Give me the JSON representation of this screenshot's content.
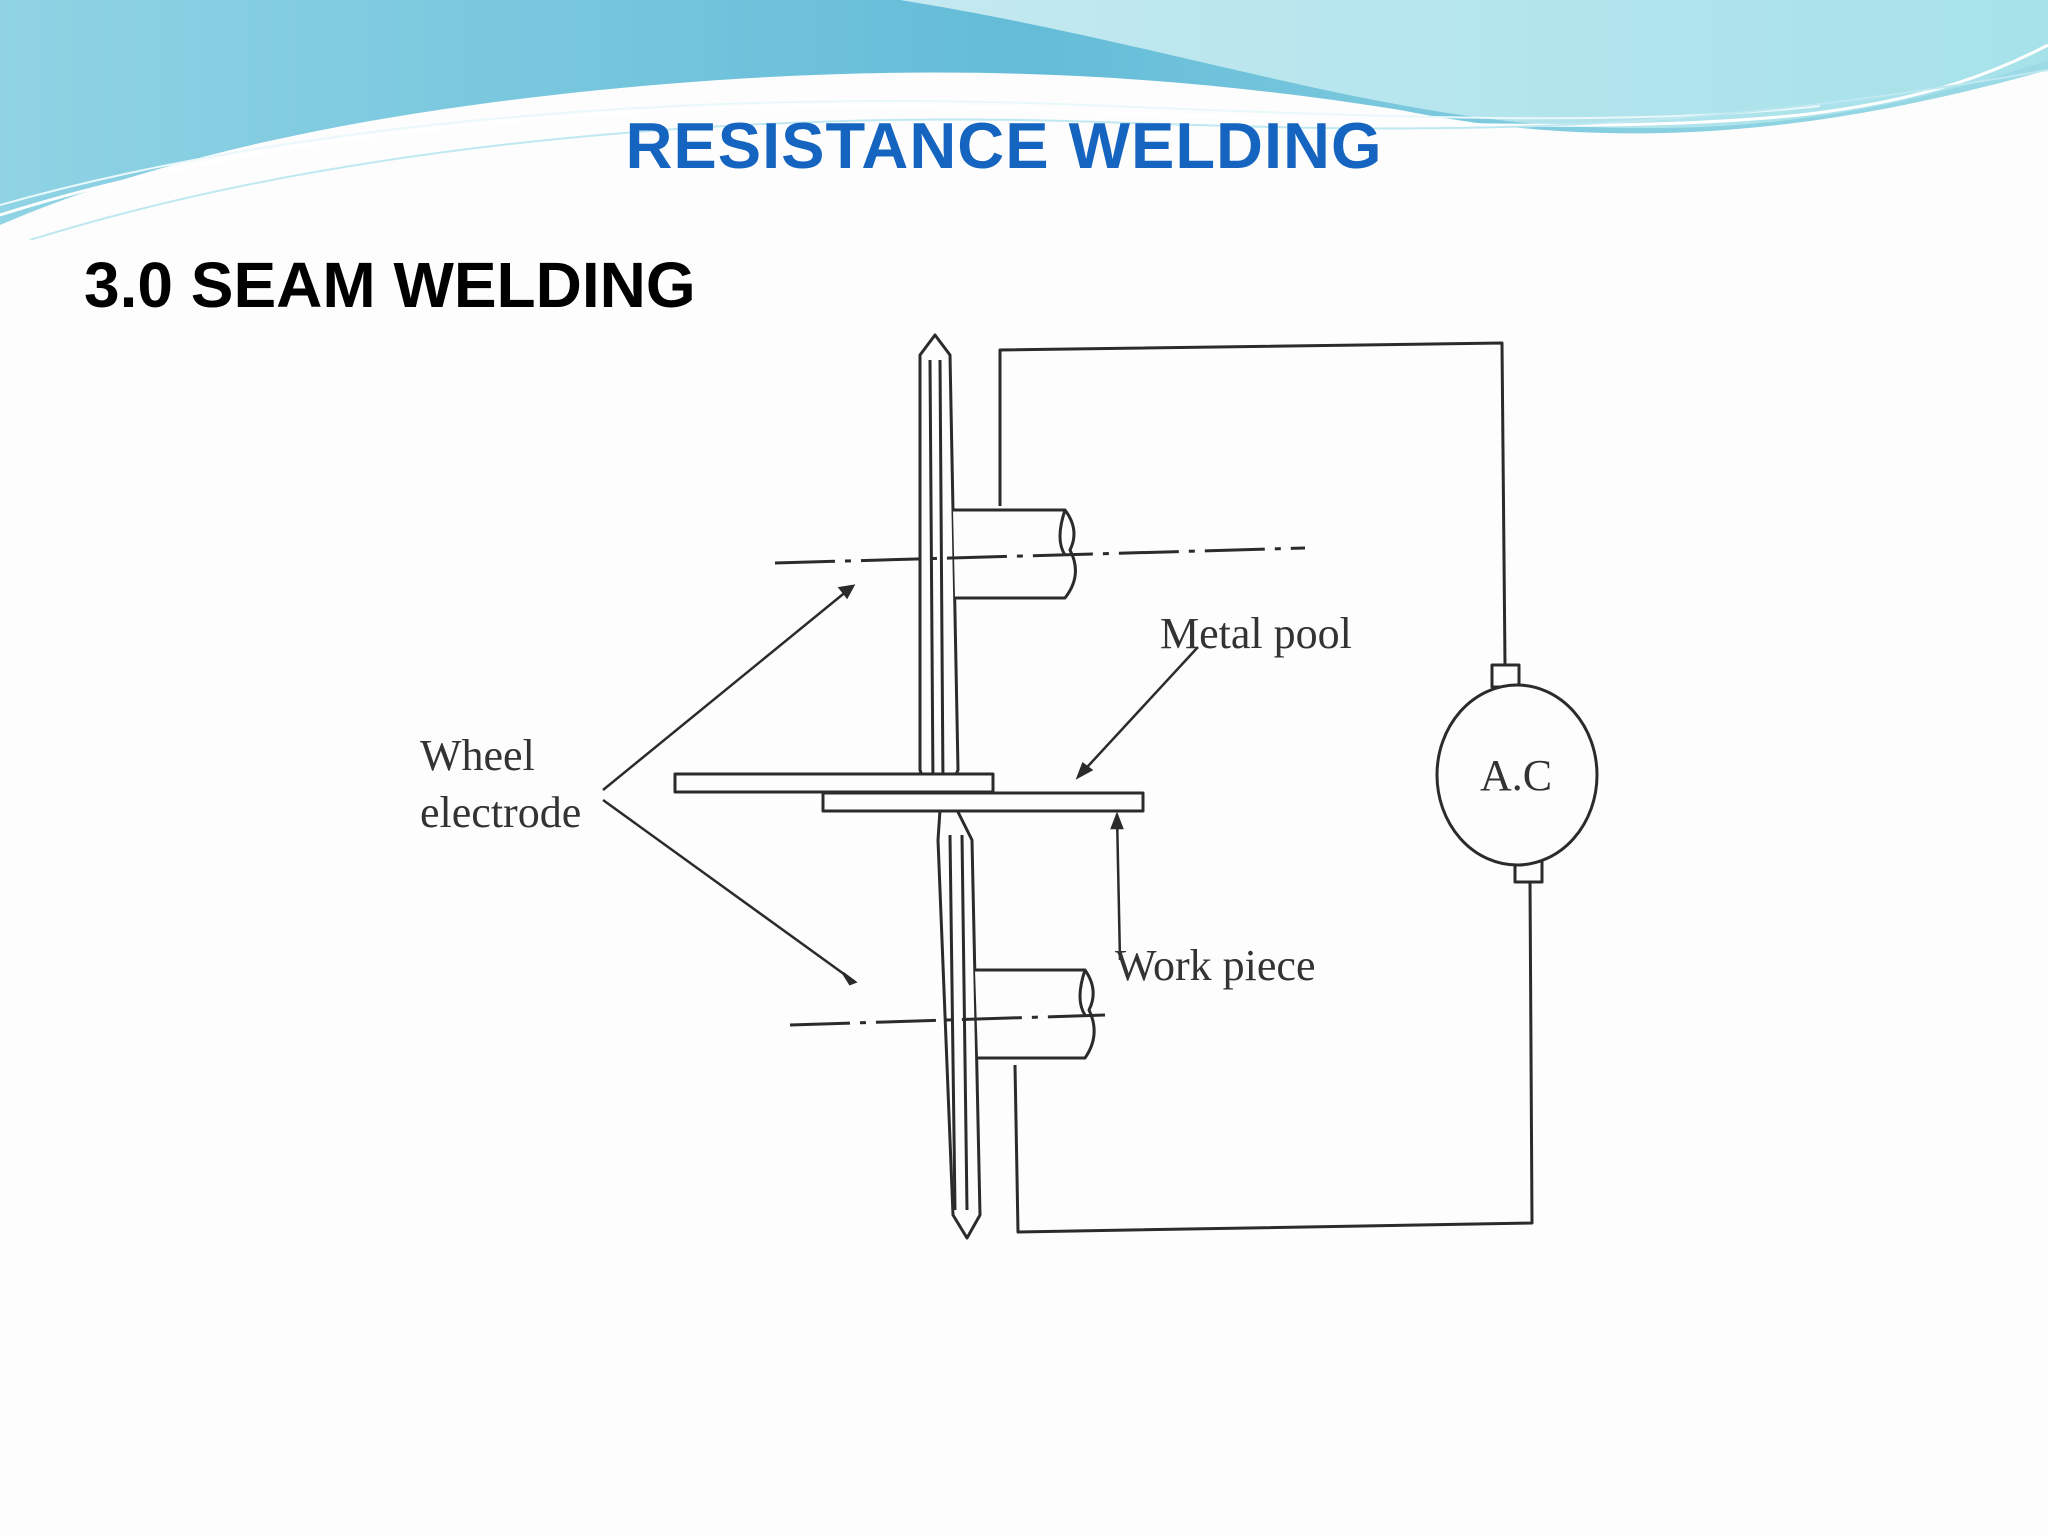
{
  "slide": {
    "title": "RESISTANCE  WELDING",
    "heading": "3.0 SEAM  WELDING"
  },
  "diagram": {
    "labels": {
      "metal_pool": "Metal pool",
      "wheel_electrode_line1": "Wheel",
      "wheel_electrode_line2": "electrode",
      "work_piece": "Work piece",
      "power_source": "A.C"
    }
  },
  "colors": {
    "title": "#1565c0",
    "heading": "#000000",
    "wave_light": "#aee3ec",
    "wave_dark": "#5ab7d6",
    "line": "#2b2b2b"
  }
}
